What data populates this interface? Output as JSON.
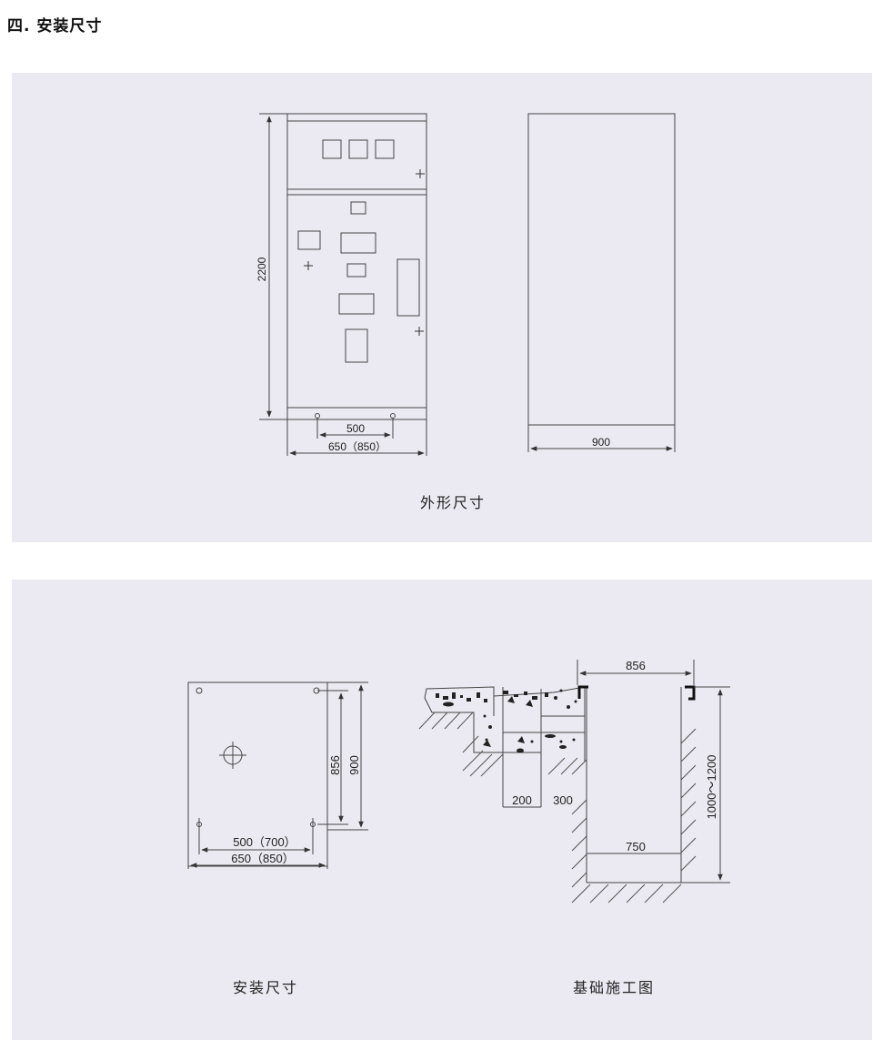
{
  "heading": "四. 安装尺寸",
  "panel1": {
    "caption": "外形尺寸",
    "dims": {
      "height": "2200",
      "inner": "500",
      "outer": "650（850）",
      "depth": "900"
    }
  },
  "panel2": {
    "install": {
      "caption": "安装尺寸",
      "dims": {
        "v_inner": "856",
        "v_outer": "900",
        "h_inner": "500（700）",
        "h_outer": "650（850）"
      }
    },
    "foundation": {
      "caption": "基础施工图",
      "dims": {
        "top": "856",
        "left_a": "200",
        "left_b": "300",
        "bottom": "750",
        "depth": "1000～1200"
      }
    }
  }
}
